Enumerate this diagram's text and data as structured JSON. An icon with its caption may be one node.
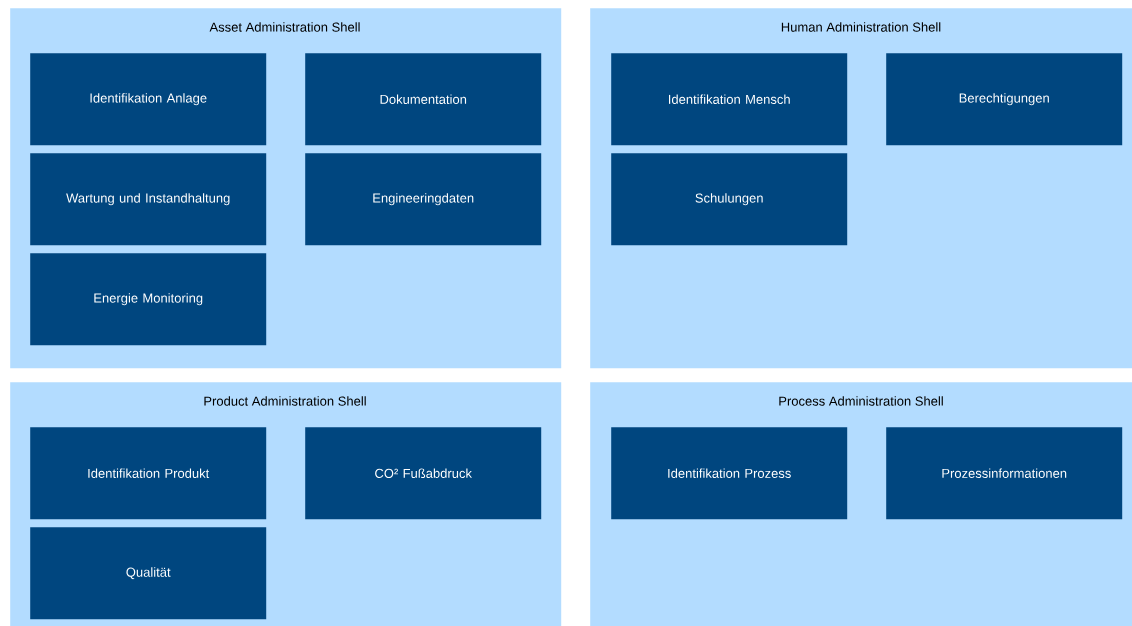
{
  "diagram": {
    "nodes": [
      {
        "text": [
          "Asset Administration Shell"
        ]
      },
      {
        "text": [
          "Identifikation Anlage"
        ],
        "in": 0
      },
      {
        "text": [
          "Dokumentation"
        ],
        "in": 0
      },
      {
        "text": [
          "Wartung und Instandhaltung"
        ],
        "in": 0
      },
      {
        "text": [
          "Engineeringdaten"
        ],
        "in": 0
      },
      {
        "text": [
          "Energie Monitoring"
        ],
        "in": 0
      },
      {
        "text": [
          "Human Administration Shell"
        ]
      },
      {
        "text": [
          "Identifikation Mensch"
        ],
        "in": 6
      },
      {
        "text": [
          "Berechtigungen"
        ],
        "in": 6
      },
      {
        "text": [
          "Schulungen"
        ],
        "in": 6
      },
      {
        "text": [
          "Product Administration Shell"
        ]
      },
      {
        "text": [
          "Identifikation Produkt"
        ],
        "in": 10
      },
      {
        "text": [
          "CO² Fußabdruck"
        ],
        "in": 10
      },
      {
        "text": [
          "Qualität"
        ],
        "in": 10
      },
      {
        "text": [
          "Process Administration Shell"
        ]
      },
      {
        "text": [
          "Identifikation Prozess"
        ],
        "in": 14
      },
      {
        "text": [
          "Prozessinformationen"
        ],
        "in": 14
      }
    ]
  }
}
